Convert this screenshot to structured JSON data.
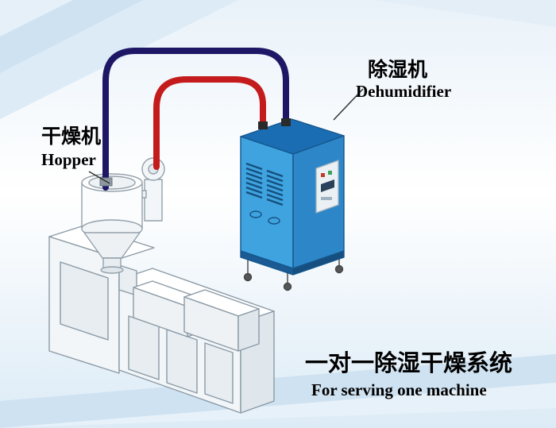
{
  "labels": {
    "hopper_cn": "干燥机",
    "hopper_en": "Hopper",
    "dehumidifier_cn": "除湿机",
    "dehumidifier_en": "Dehumidifier"
  },
  "caption": {
    "cn": "一对一除湿干燥系统",
    "en": "For serving one machine"
  },
  "colors": {
    "pipe_red": "#c41c1c",
    "pipe_navy": "#1d1766",
    "cabinet_front": "#3fa3e0",
    "cabinet_side": "#2d86c7",
    "cabinet_top": "#1b6db3",
    "machine_fill": "#f5f8fa",
    "machine_stroke": "#8b9aa6",
    "background_band": "#cfe2f1"
  }
}
